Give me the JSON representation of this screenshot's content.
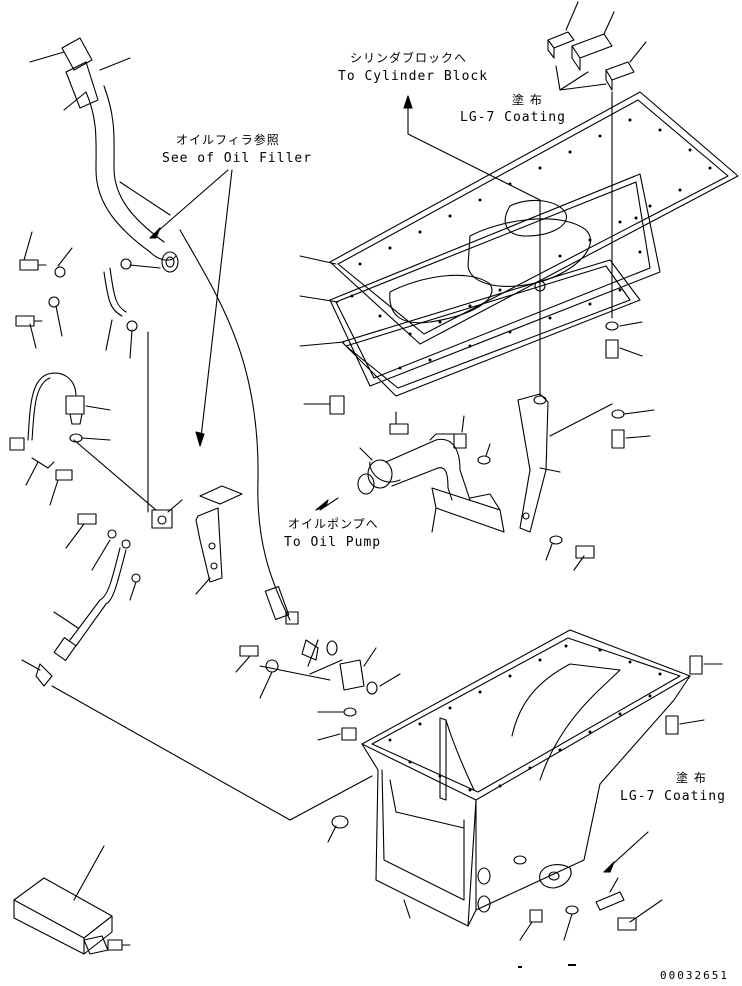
{
  "annotations": {
    "cylinder_block": {
      "jp": "シリンダブロックへ",
      "en": "To Cylinder Block"
    },
    "oil_filler": {
      "jp": "オイルフィラ参照",
      "en": "See of Oil Filler"
    },
    "coating_top": {
      "jp": "塗 布",
      "en": "LG-7 Coating"
    },
    "oil_pump": {
      "jp": "オイルポンプへ",
      "en": "To Oil Pump"
    },
    "coating_bottom": {
      "jp": "塗 布",
      "en": "LG-7 Coating"
    }
  },
  "drawing_id": "00032651"
}
